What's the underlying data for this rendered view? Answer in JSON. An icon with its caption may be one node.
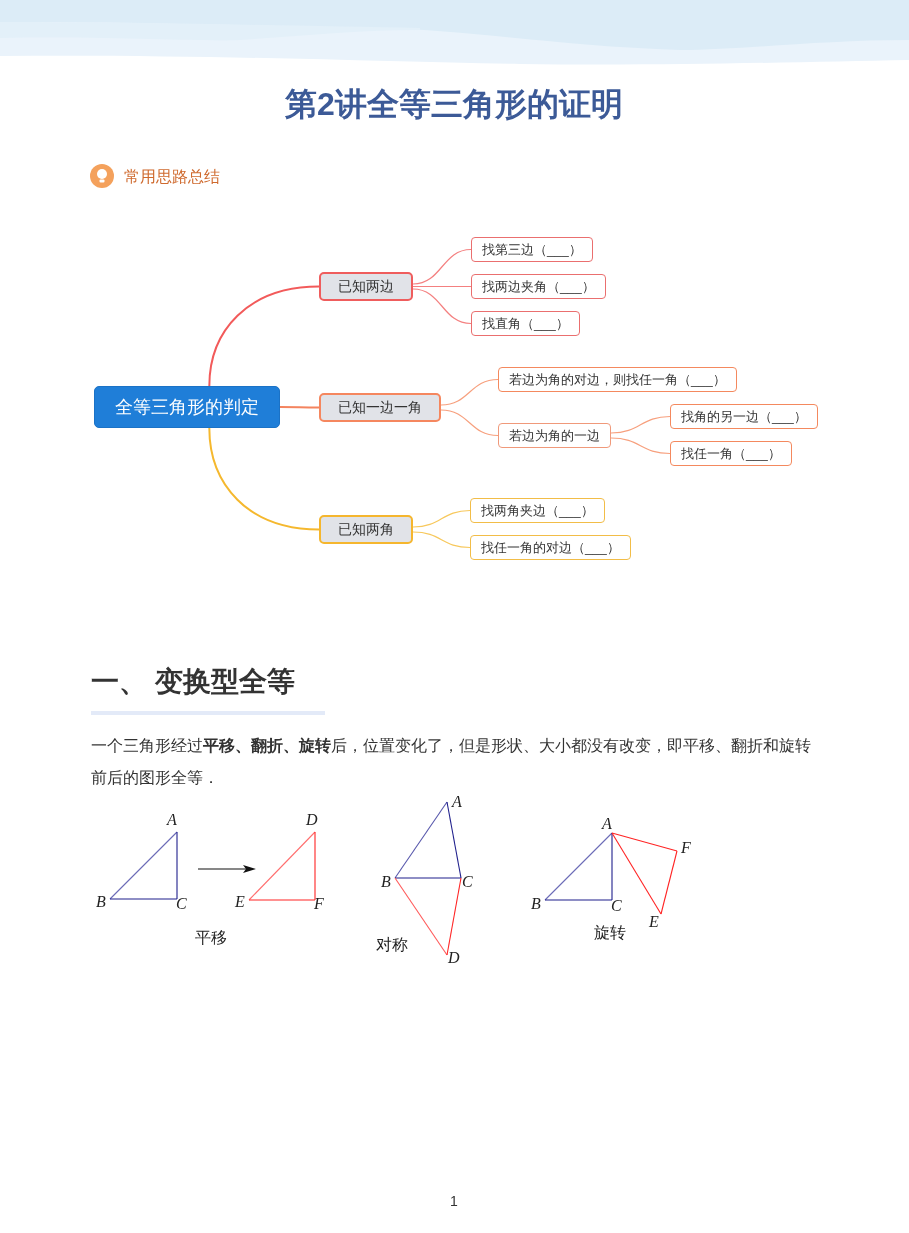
{
  "diagram": {
    "title": "第2讲全等三角形的证明",
    "nodes": [
      {
        "text": [
          "全等三角形的判定"
        ]
      },
      {
        "text": [
          "已知两边"
        ]
      },
      {
        "text": [
          "找第三边（___）"
        ]
      },
      {
        "text": [
          "找两边夹角（___）"
        ]
      },
      {
        "text": [
          "找直角（___）"
        ]
      },
      {
        "text": [
          "已知一边一角"
        ]
      },
      {
        "text": [
          "若边为角的对边，则找任一角（___）"
        ]
      },
      {
        "text": [
          "若边为角的一边"
        ]
      },
      {
        "text": [
          "找角的另一边（___）"
        ]
      },
      {
        "text": [
          "找任一角（___）"
        ]
      },
      {
        "text": [
          "已知两角"
        ]
      },
      {
        "text": [
          "找两角夹边（___）"
        ]
      },
      {
        "text": [
          "找任一角的对边（___）"
        ]
      }
    ],
    "edges": [
      {
        "from": 0,
        "to": 1,
        "arrow": "none",
        "color": "#f25a5a"
      },
      {
        "from": 1,
        "to": 2,
        "arrow": "none",
        "color": "#f48080"
      },
      {
        "from": 1,
        "to": 3,
        "arrow": "none",
        "color": "#f48080"
      },
      {
        "from": 1,
        "to": 4,
        "arrow": "none",
        "color": "#f48080"
      },
      {
        "from": 0,
        "to": 5,
        "arrow": "none",
        "color": "#f4845f"
      },
      {
        "from": 5,
        "to": 6,
        "arrow": "none"
      },
      {
        "from": 5,
        "to": 7,
        "arrow": "none"
      },
      {
        "from": 7,
        "to": 8,
        "arrow": "none"
      },
      {
        "from": 7,
        "to": 9,
        "arrow": "none"
      },
      {
        "from": 0,
        "to": 10,
        "arrow": "none",
        "color": "#f5b82e"
      },
      {
        "from": 10,
        "to": 11,
        "arrow": "none",
        "color": "#f7c85c"
      },
      {
        "from": 10,
        "to": 12,
        "arrow": "none",
        "color": "#f7c85c"
      }
    ],
    "labels": [
      "常用思路总结",
      "一、 变换型全等",
      "一个三角形经过**平移、翻折、旋转**后，位置变化了，但是形状、大小都没有改变，即平移、翻折和旋转前后的图形全等．",
      "A",
      "B",
      "C",
      "D",
      "E",
      "F",
      "平移",
      "A",
      "B",
      "C",
      "D",
      "对称",
      "A",
      "F",
      "B",
      "C",
      "E",
      "旋转",
      "1"
    ]
  }
}
